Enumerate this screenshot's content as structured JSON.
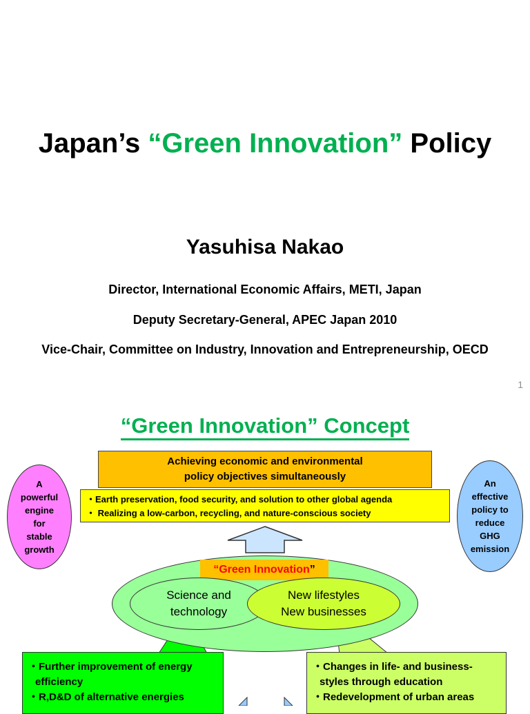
{
  "slide1": {
    "title_pre": "Japan’s ",
    "title_green": "“Green Innovation”",
    "title_post": " Policy",
    "author": "Yasuhisa Nakao",
    "affiliations": [
      "Director, International Economic Affairs, METI, Japan",
      "Deputy Secretary-General, APEC Japan 2010",
      "Vice-Chair, Committee on Industry, Innovation and Entrepreneurship, OECD"
    ],
    "page_number": "1"
  },
  "slide2": {
    "title": "“Green Innovation” Concept",
    "left_oval": [
      "A",
      "powerful",
      "engine",
      "for",
      "stable",
      "growth"
    ],
    "right_oval": [
      "An",
      "effective",
      "policy to",
      "reduce",
      "GHG",
      "emission"
    ],
    "orange_box": [
      "Achieving economic and environmental",
      "policy objectives simultaneously"
    ],
    "yellow_box": [
      "・Earth preservation, food security, and solution to other global agenda",
      "・ Realizing a low-carbon, recycling, and nature-conscious society"
    ],
    "green_innovation_label_pre": "“Green Innovation",
    "green_innovation_label_post": "”",
    "science_bubble": [
      "Science and",
      "technology"
    ],
    "lifestyle_bubble": [
      "New lifestyles",
      "New businesses"
    ],
    "left_box": [
      "・Further improvement of energy efficiency",
      "・R,D&D of alternative energies"
    ],
    "right_box": [
      "・Changes in life- and business-styles through education",
      "・Redevelopment of urban areas"
    ],
    "colors": {
      "title_green": "#00b050",
      "orange": "#ffc000",
      "yellow": "#ffff00",
      "pink": "#ff80ff",
      "blue": "#99ccff",
      "light_green": "#99ff99",
      "lime": "#ccff33",
      "bright_green": "#00ff00",
      "arrow_blue": "#cce5ff",
      "label_red": "#ff0000"
    }
  }
}
